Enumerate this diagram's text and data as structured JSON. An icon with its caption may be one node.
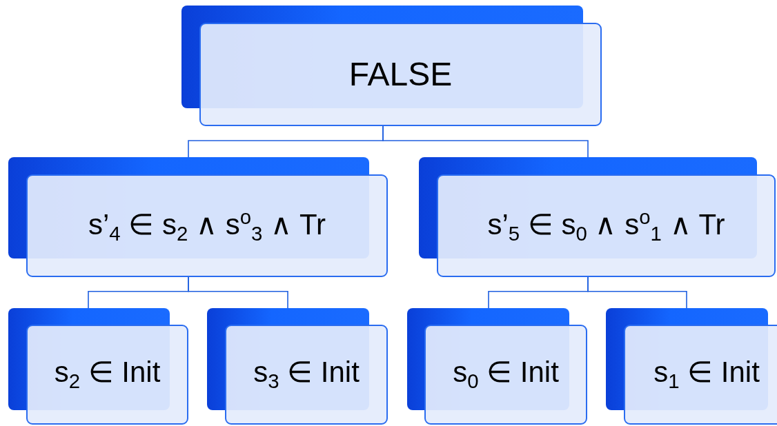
{
  "diagram": {
    "nodes": [
      {
        "text": [
          "FALSE"
        ]
      },
      {
        "text": [
          "s’$_{4}$ ∈ s$_{2}$ ∧ s$^{o}$$_{3}$ ∧ Tr"
        ]
      },
      {
        "text": [
          "s’$_{5}$ ∈ s$_{0}$ ∧ s$^{o}$$_{1}$ ∧ Tr"
        ]
      },
      {
        "text": [
          "s$_{2}$ ∈ Init"
        ]
      },
      {
        "text": [
          "s$_{3}$ ∈ Init"
        ]
      },
      {
        "text": [
          "s$_{0}$ ∈ Init"
        ]
      },
      {
        "text": [
          "s$_{1}$ ∈ Init"
        ]
      }
    ],
    "edges": [
      {
        "from": 0,
        "to": 1,
        "arrow": "none"
      },
      {
        "from": 0,
        "to": 2,
        "arrow": "none"
      },
      {
        "from": 1,
        "to": 3,
        "arrow": "none"
      },
      {
        "from": 1,
        "to": 4,
        "arrow": "none"
      },
      {
        "from": 2,
        "to": 5,
        "arrow": "none"
      },
      {
        "from": 2,
        "to": 6,
        "arrow": "none"
      }
    ]
  }
}
